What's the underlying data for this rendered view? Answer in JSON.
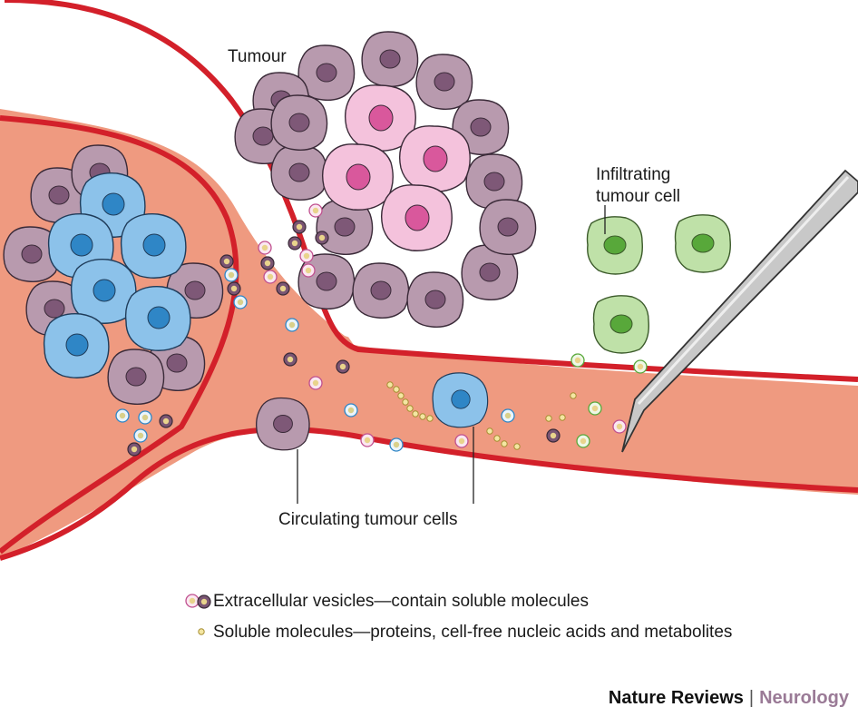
{
  "labels": {
    "tumour": "Tumour",
    "infiltrating_line1": "Infiltrating",
    "infiltrating_line2": "tumour cell",
    "circulating": "Circulating tumour cells"
  },
  "legend": {
    "vesicles": "Extracellular vesicles—contain soluble molecules",
    "soluble": "Soluble molecules—proteins, cell-free nucleic acids and metabolites"
  },
  "credit": {
    "journal": "Nature Reviews",
    "separator": "|",
    "field": "Neurology"
  },
  "colors": {
    "vessel_fill": "#ef9a80",
    "vessel_wall": "#d3202a",
    "tumour_purple": "#b89aae",
    "tumour_pink": "#f2b7d6",
    "tumour_blue": "#8cc2ea",
    "infiltrating_green": "#b9dea2",
    "needle": "#c8c8c8"
  },
  "icons": [
    "vesicle-icon",
    "soluble-molecule-icon",
    "biopsy-needle-icon"
  ]
}
